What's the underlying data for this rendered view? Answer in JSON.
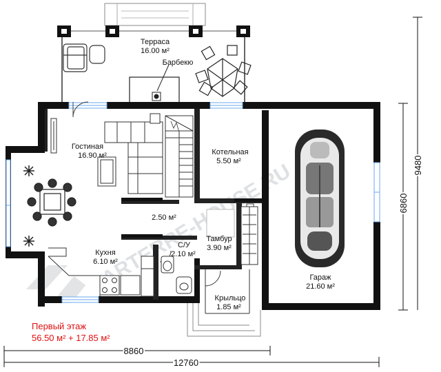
{
  "rooms": {
    "terrace": {
      "name": "Терраса",
      "area": "16.00 м²"
    },
    "bbq": {
      "name": "Барбекю"
    },
    "living": {
      "name": "Гостиная",
      "area": "16.90 м²"
    },
    "boiler": {
      "name": "Котельная",
      "area": "5.50 м²"
    },
    "garage": {
      "name": "Гараж",
      "area": "21.60 м²"
    },
    "hall": {
      "area": "2.50 м²"
    },
    "kitchen": {
      "name": "Кухня",
      "area": "6.10 м²"
    },
    "wc": {
      "name": "С/У",
      "area": "2.10 м²"
    },
    "vestibule": {
      "name": "Тамбур",
      "area": "3.90 м²"
    },
    "porch": {
      "name": "Крыльцо",
      "area": "1.85 м²"
    }
  },
  "caption": {
    "title": "Первый этаж",
    "area": "56.50 м² + 17.85 м²"
  },
  "dimensions": {
    "inner_width": "8860",
    "total_width": "12760",
    "garage_depth": "6860",
    "total_depth": "9480"
  },
  "watermark": "PARTERRE-HOUSE.RU",
  "colors": {
    "wall": "#111111",
    "caption": "#e01010",
    "window": "#6aa9ee"
  }
}
